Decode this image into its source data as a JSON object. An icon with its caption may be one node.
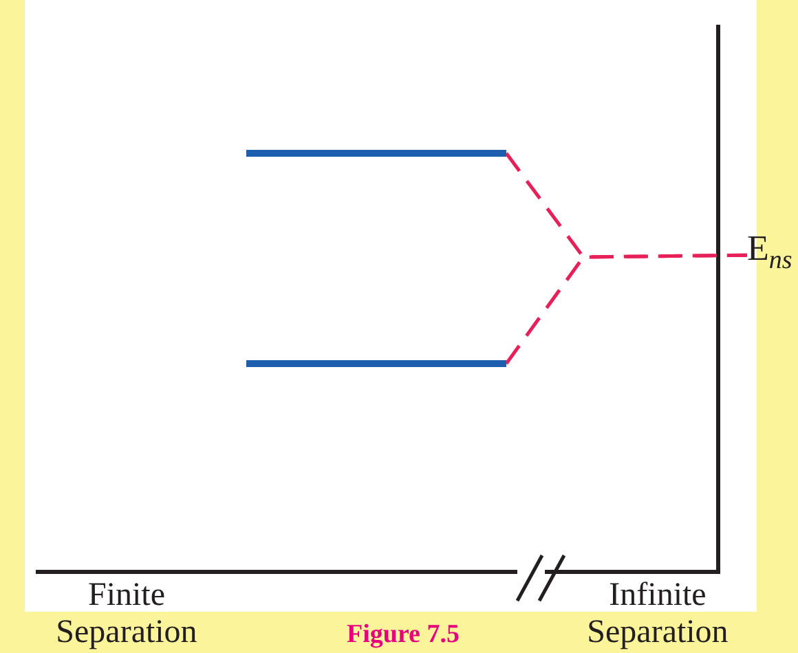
{
  "diagram": {
    "nodes": [
      {
        "text": [],
        "shape": "bar"
      },
      {
        "text": [],
        "shape": "bar"
      },
      {
        "text": [
          "E$_{ns}$"
        ]
      }
    ],
    "edges": [
      {
        "from": 0,
        "to": 2,
        "arrow": "none",
        "style": "dashed"
      },
      {
        "from": 1,
        "to": 2,
        "arrow": "none",
        "style": "dashed"
      }
    ],
    "labels": [
      "Finite Separation",
      "Infinite Separation",
      "Figure 7.5"
    ]
  }
}
